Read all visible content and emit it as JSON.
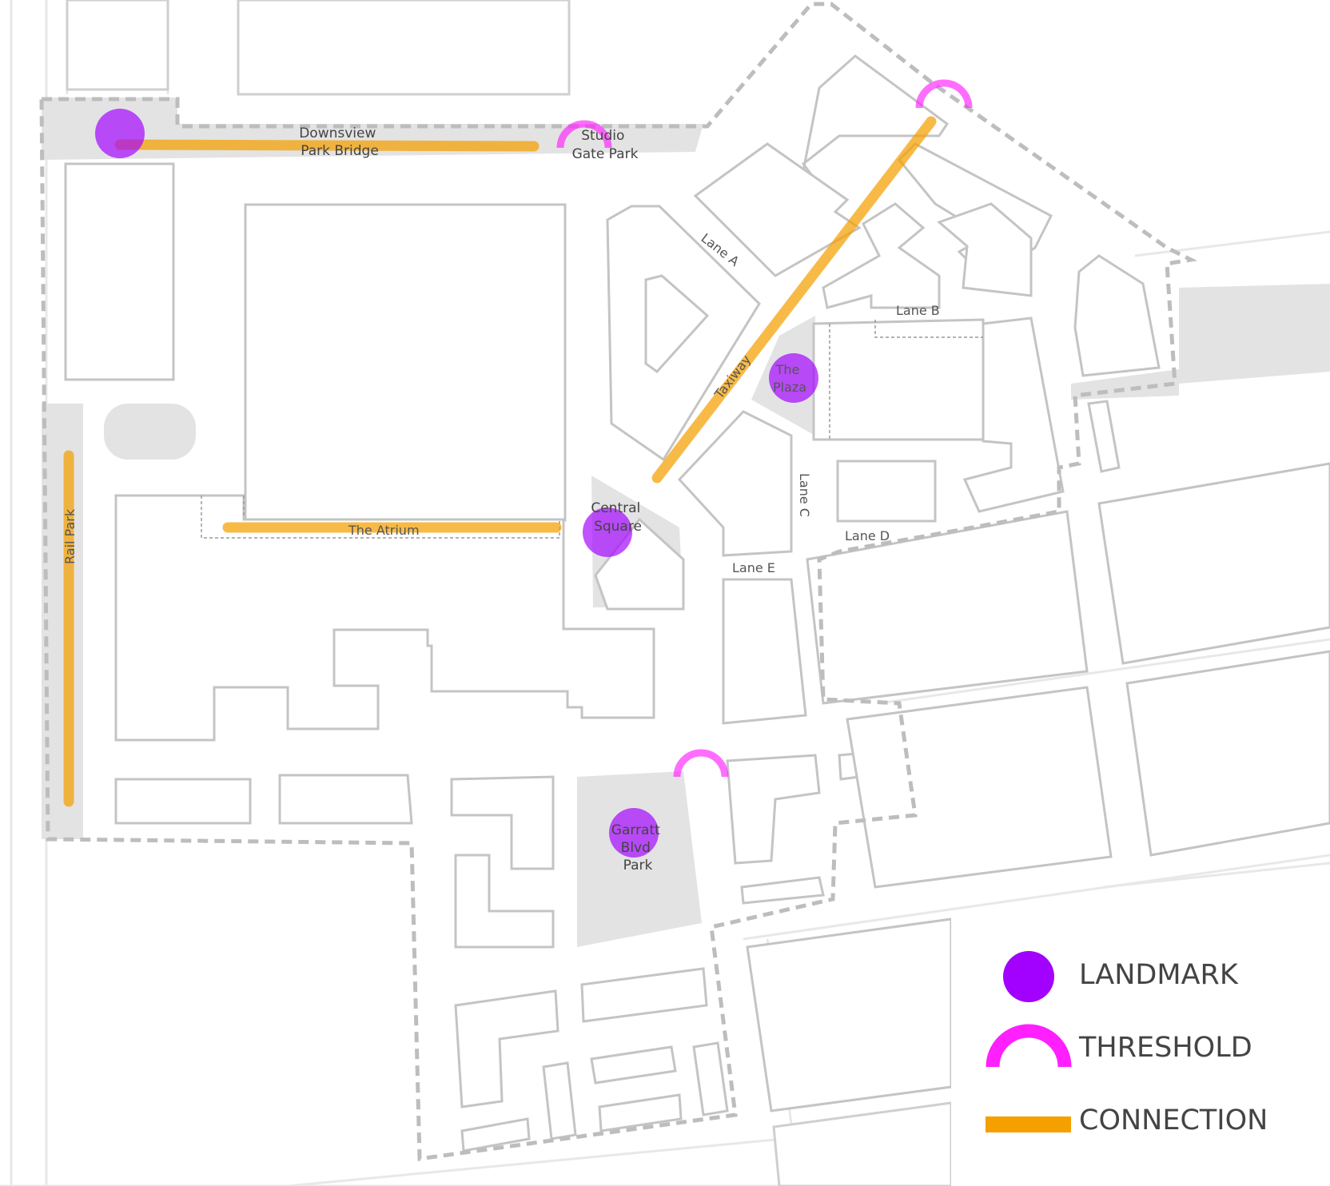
{
  "map": {
    "streets": {
      "downsview_park_bridge": "Downsview\nPark Bridge",
      "studio_gate_park": "Studio\nGate Park",
      "lane_a": "Lane A",
      "lane_b": "Lane B",
      "lane_c": "Lane C",
      "lane_d": "Lane D",
      "lane_e": "Lane E",
      "taxiway": "Taxiway",
      "the_atrium": "The Atrium",
      "rail_park": "Rail Park"
    },
    "landmarks": {
      "the_plaza": "The\nPlaza",
      "central_square": "Central\nSquare",
      "garratt_blvd_park": "Garratt\nBlvd\nPark"
    }
  },
  "legend": {
    "landmark": "LANDMARK",
    "threshold": "THRESHOLD",
    "connection": "CONNECTION"
  },
  "colors": {
    "landmark": "#a200ff",
    "threshold": "#ff1fff",
    "connection": "#f5a000",
    "boundary": "#bdbdbd",
    "park": "#e3e3e3"
  }
}
